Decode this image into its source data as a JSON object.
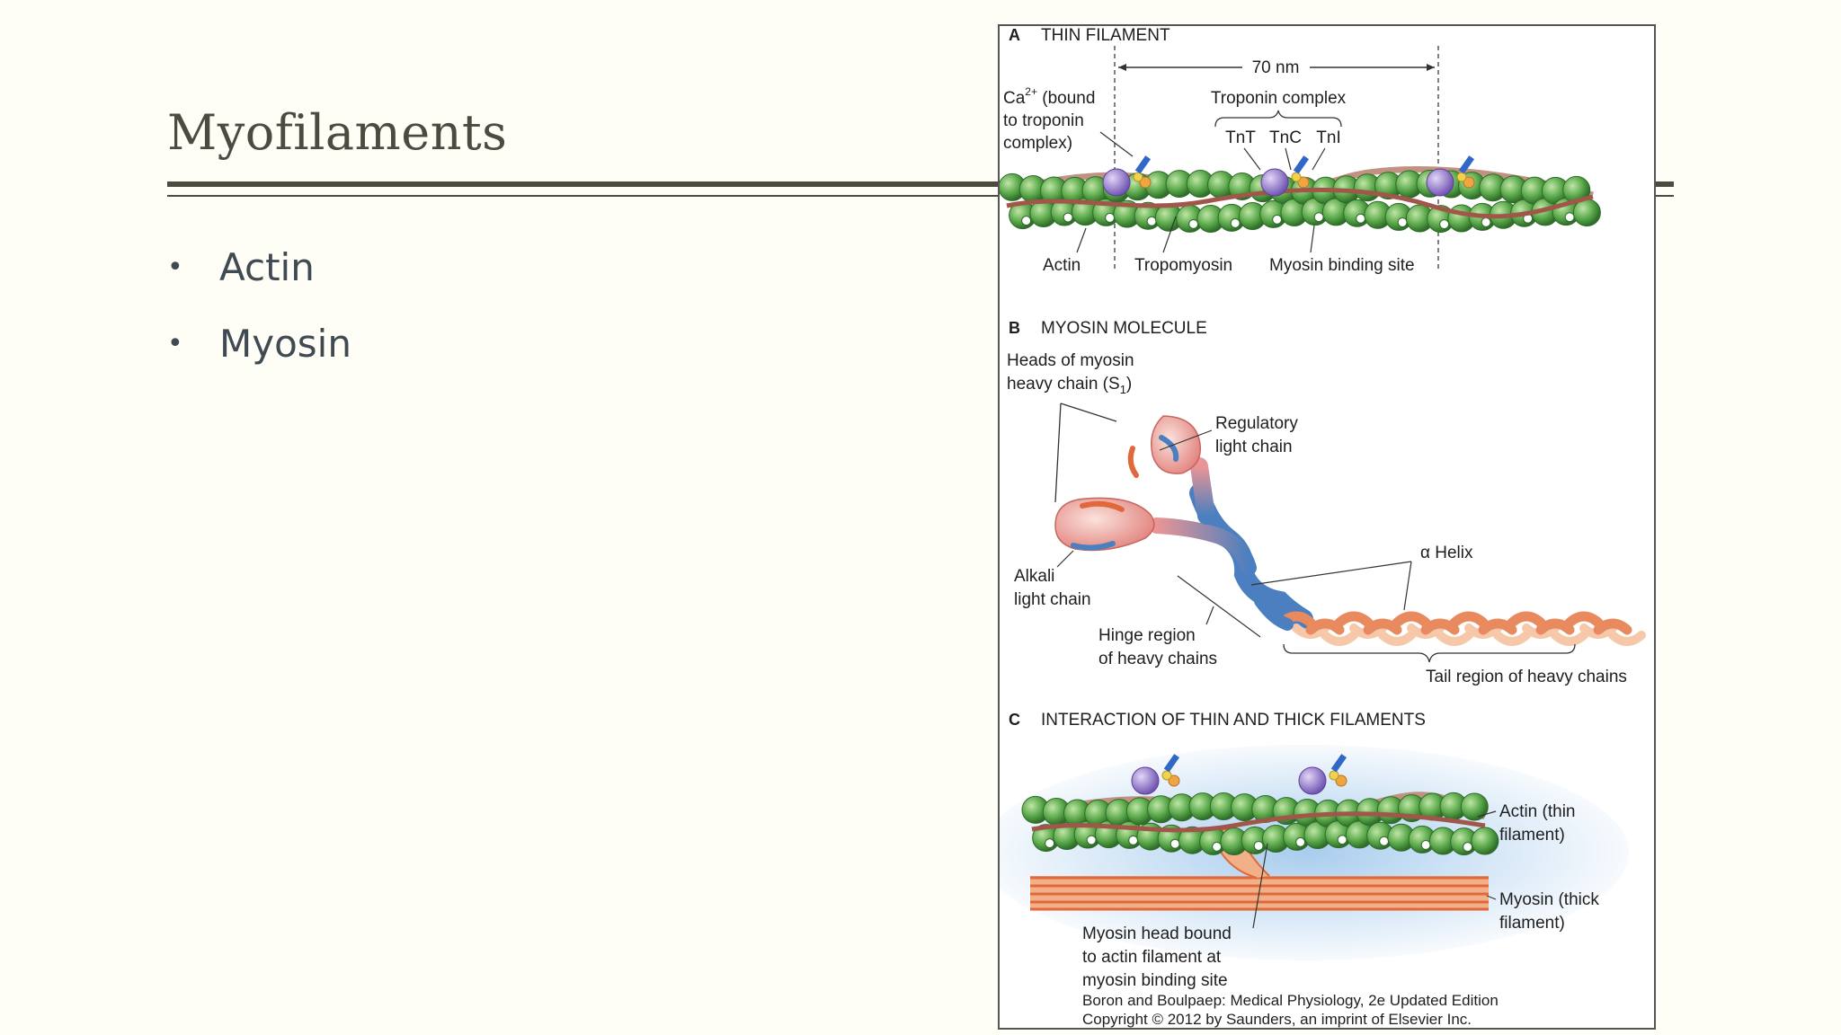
{
  "slide": {
    "title": "Myofilaments",
    "bullets": [
      "Actin",
      "Myosin"
    ]
  },
  "figure": {
    "panel_a": {
      "letter": "A",
      "title": "THIN FILAMENT",
      "measure": "70 nm",
      "ca_label": [
        "Ca",
        "2+",
        " (bound",
        "to troponin",
        "complex)"
      ],
      "troponin_complex": "Troponin complex",
      "tnt": "TnT",
      "tnc": "TnC",
      "tni": "TnI",
      "actin": "Actin",
      "tropomyosin": "Tropomyosin",
      "myosin_binding_site": "Myosin binding site"
    },
    "panel_b": {
      "letter": "B",
      "title": "MYOSIN MOLECULE",
      "heads_line1": "Heads of myosin",
      "heads_line2": "heavy chain (S",
      "heads_sub": "1",
      "heads_close": ")",
      "regulatory_1": "Regulatory",
      "regulatory_2": "light chain",
      "alpha_helix": "α Helix",
      "alkali_1": "Alkali",
      "alkali_2": "light chain",
      "hinge_1": "Hinge region",
      "hinge_2": "of heavy chains",
      "tail": "Tail region of heavy chains"
    },
    "panel_c": {
      "letter": "C",
      "title": "INTERACTION OF THIN AND THICK FILAMENTS",
      "actin_1": "Actin (thin",
      "actin_2": "filament)",
      "myosin_1": "Myosin (thick",
      "myosin_2": "filament)",
      "head_1": "Myosin head bound",
      "head_2": "to actin filament at",
      "head_3": "myosin binding site"
    },
    "credit_1": "Boron and Boulpaep: Medical Physiology, 2e Updated Edition",
    "credit_2": "Copyright © 2012 by Saunders, an imprint of Elsevier Inc."
  },
  "colors": {
    "background": "#fefdf6",
    "title": "#4d4a40",
    "bullet_text": "#3f4a52",
    "actin_green": "#5aa84a",
    "tropomyosin": "#a0574a",
    "troponin_purple": "#8b6fc4",
    "myosin_orange": "#e98a5e",
    "myosin_blue": "#4b7fbf"
  }
}
